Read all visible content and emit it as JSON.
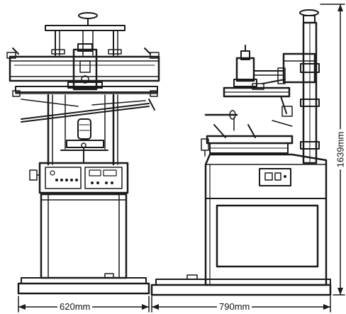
{
  "dimensions": {
    "front_width": "620mm",
    "side_width": "790mm",
    "height": "1639mm"
  },
  "colors": {
    "ink": "#1a1a1a",
    "paper": "#ffffff"
  }
}
